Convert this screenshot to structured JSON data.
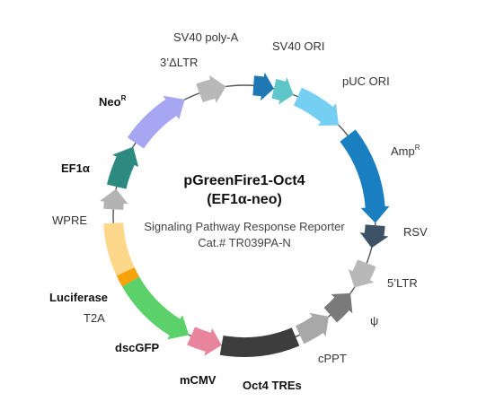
{
  "plasmid": {
    "name": "pGreenFire1-Oct4",
    "promoter_note": "(EF1α-neo)",
    "description": "Signaling Pathway Response Reporter",
    "catalog": "Cat.# TR039PA-N"
  },
  "features": [
    {
      "id": "sv40-polya",
      "label": "SV40 poly-A",
      "color": "#1f78b4",
      "bold": false,
      "sup": ""
    },
    {
      "id": "sv40-ori",
      "label": "SV40 ORI",
      "color": "#5ec5c8",
      "bold": false,
      "sup": ""
    },
    {
      "id": "puc-ori",
      "label": "pUC ORI",
      "color": "#74cff2",
      "bold": false,
      "sup": ""
    },
    {
      "id": "amp",
      "label": "Amp",
      "color": "#1a7fc1",
      "bold": false,
      "sup": "R"
    },
    {
      "id": "rsv",
      "label": "RSV",
      "color": "#3d5266",
      "bold": false,
      "sup": ""
    },
    {
      "id": "5ltr",
      "label": "5’LTR",
      "color": "#b8b8b8",
      "bold": false,
      "sup": ""
    },
    {
      "id": "psi",
      "label": "ψ",
      "color": "#7a7a7a",
      "bold": false,
      "sup": ""
    },
    {
      "id": "cppt",
      "label": "cPPT",
      "color": "#a8a8a8",
      "bold": false,
      "sup": ""
    },
    {
      "id": "oct4-tres",
      "label": "Oct4 TREs",
      "color": "#3d3d3d",
      "bold": true,
      "sup": ""
    },
    {
      "id": "mcmv",
      "label": "mCMV",
      "color": "#e8849c",
      "bold": true,
      "sup": ""
    },
    {
      "id": "dscgfp",
      "label": "dscGFP",
      "color": "#5cd16a",
      "bold": true,
      "sup": ""
    },
    {
      "id": "t2a",
      "label": "T2A",
      "color": "#f5a20b",
      "bold": false,
      "sup": ""
    },
    {
      "id": "luciferase",
      "label": "Luciferase",
      "color": "#fdd78a",
      "bold": true,
      "sup": ""
    },
    {
      "id": "wpre",
      "label": "WPRE",
      "color": "#b3b3b3",
      "bold": false,
      "sup": ""
    },
    {
      "id": "ef1a",
      "label": "EF1α",
      "color": "#2d8a80",
      "bold": true,
      "sup": ""
    },
    {
      "id": "neo",
      "label": "Neo",
      "color": "#a7a6f2",
      "bold": true,
      "sup": "R"
    },
    {
      "id": "3ltr",
      "label": "3’ΔLTR",
      "color": "#b8b8b8",
      "bold": false,
      "sup": ""
    }
  ]
}
